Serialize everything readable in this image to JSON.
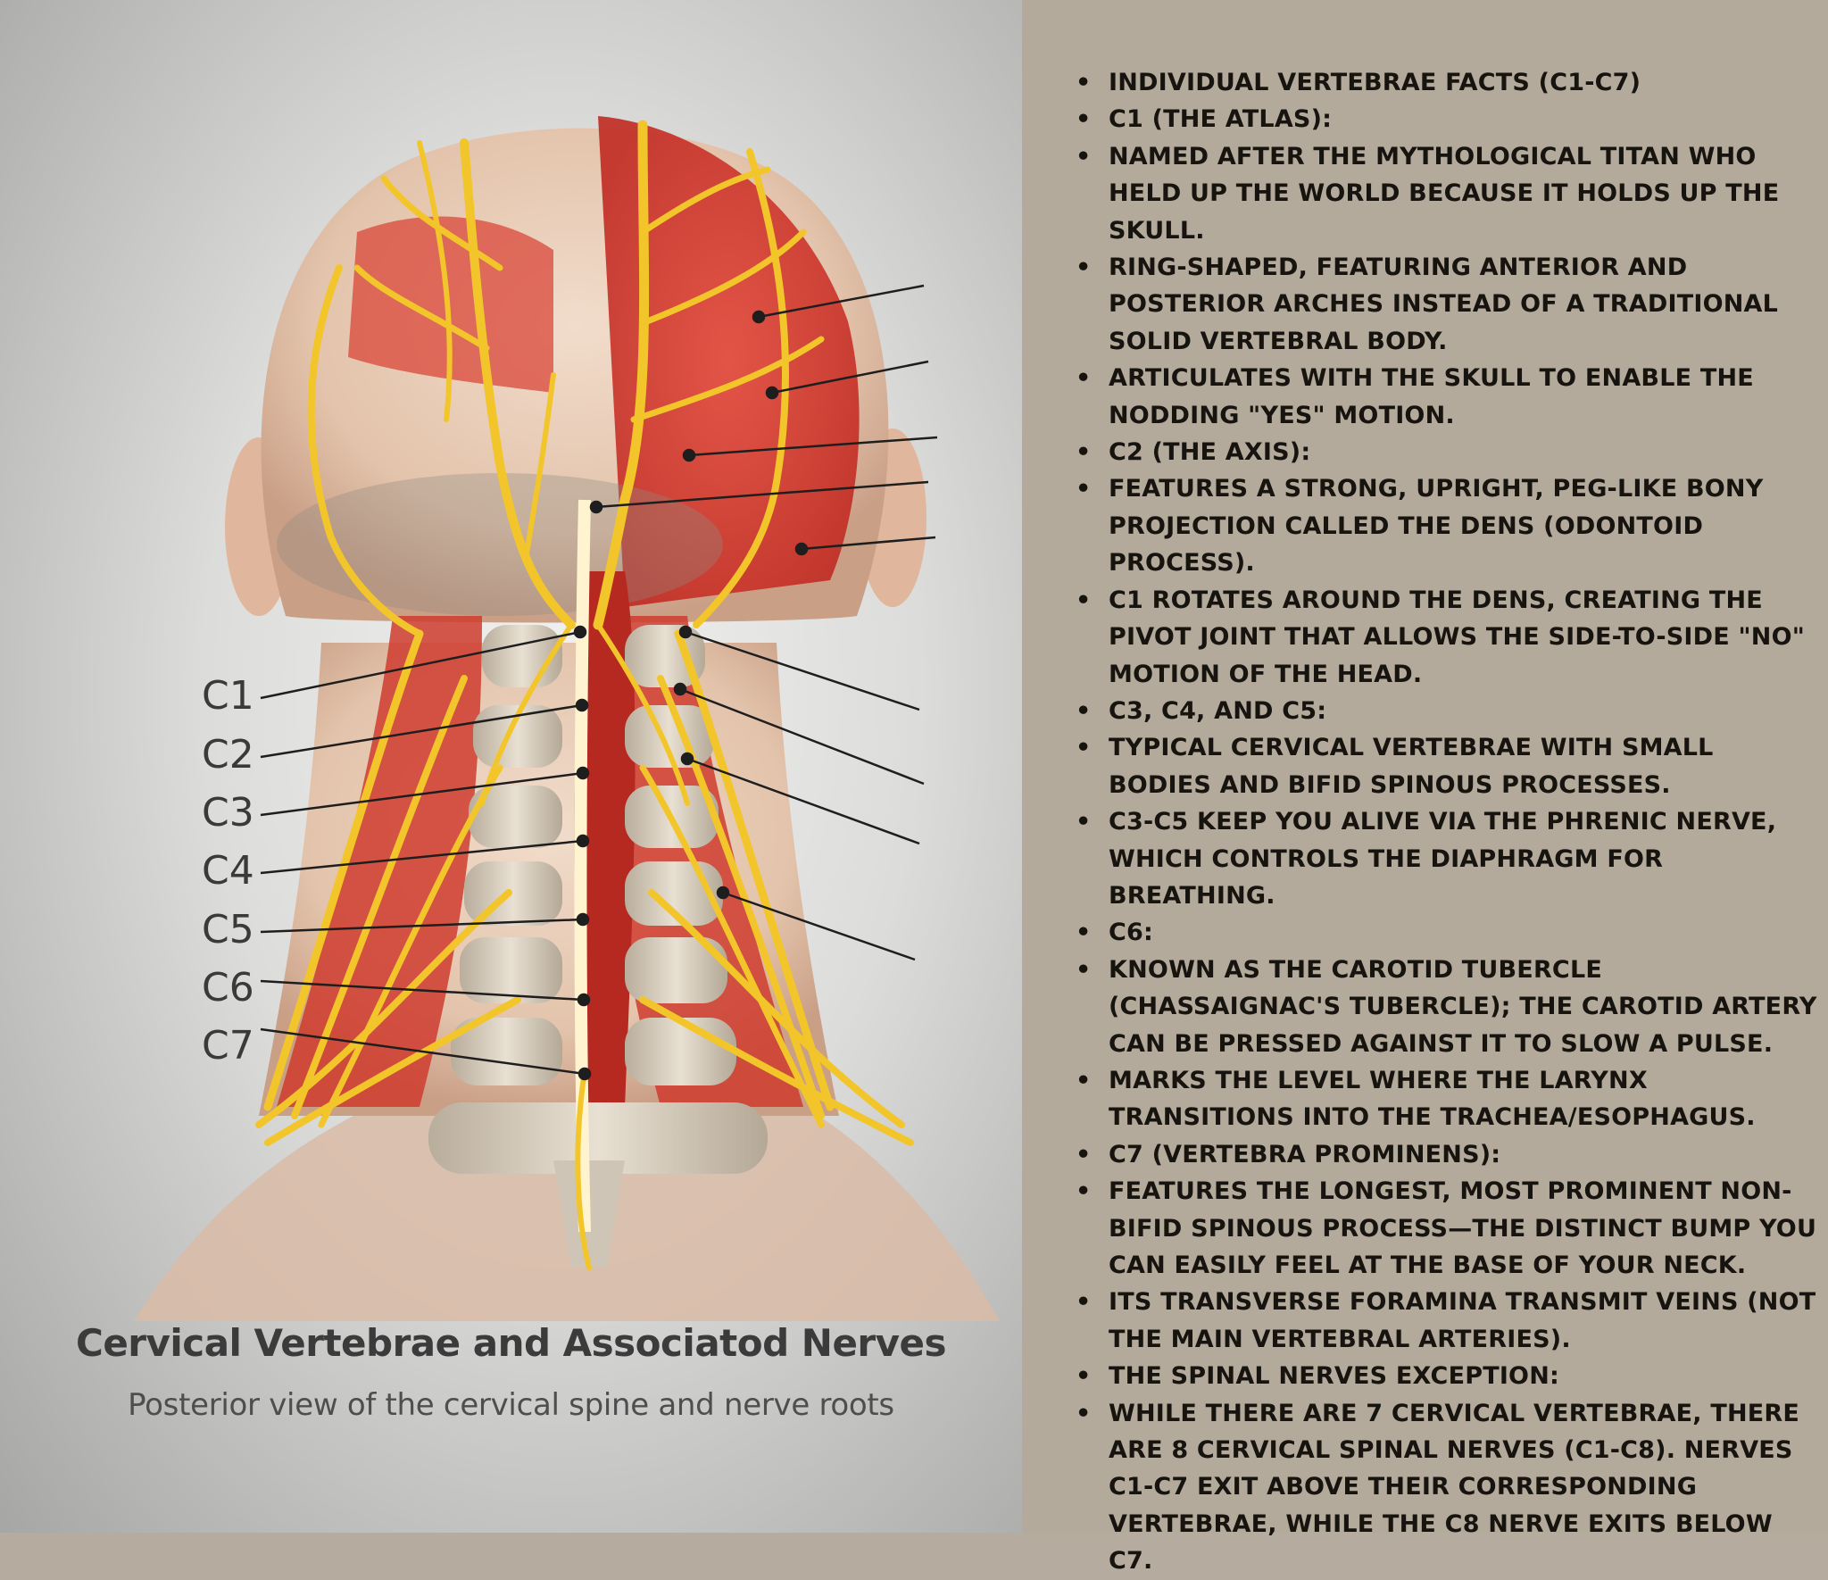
{
  "figure": {
    "title": "Cervical Vertebrae and Associatod Nerves",
    "subtitle": "Posterior view of the cervical spine and nerve roots",
    "vertebra_labels": [
      "C1",
      "C2",
      "C3",
      "C4",
      "C5",
      "C6",
      "C7"
    ]
  },
  "facts": [
    "Individual Vertebrae Facts (C1-C7)",
    "C1 (The Atlas):",
    "Named after the mythological Titan who held up the world because it holds up the skull.",
    "Ring-shaped, featuring anterior and posterior arches instead of a traditional solid vertebral body.",
    "Articulates with the skull to enable the nodding \"yes\" motion.",
    "C2 (The Axis):",
    "Features a strong, upright, peg-like bony projection called the dens (odontoid process).",
    "C1 rotates around the dens, creating the pivot joint that allows the side-to-side \"no\" motion of the head.",
    "C3, C4, and C5:",
    "Typical cervical vertebrae with small bodies and bifid spinous processes.",
    "C3-C5 keep you alive via the phrenic nerve, which controls the diaphragm for breathing.",
    "C6:",
    "Known as the carotid tubercle (Chassaignac's tubercle); the carotid artery can be pressed against it to slow a pulse.",
    "Marks the level where the larynx transitions into the trachea/esophagus.",
    "C7 (Vertebra Prominens):",
    "Features the longest, most prominent non-bifid spinous process—the distinct bump you can easily feel at the base of your neck.",
    "Its transverse foramina transmit veins (not the main vertebral arteries).",
    "The Spinal Nerves Exception:",
    "While there are 7 cervical vertebrae, there are 8 cervical spinal nerves (C1-C8). Nerves C1-C7 exit above their corresponding vertebrae, while the C8 nerve exits below C7."
  ],
  "colors": {
    "nerve": "#f2c62a",
    "muscle": "#d8382b",
    "skin": "#e9cdb8",
    "panel_bg": "#b3aa9c"
  }
}
